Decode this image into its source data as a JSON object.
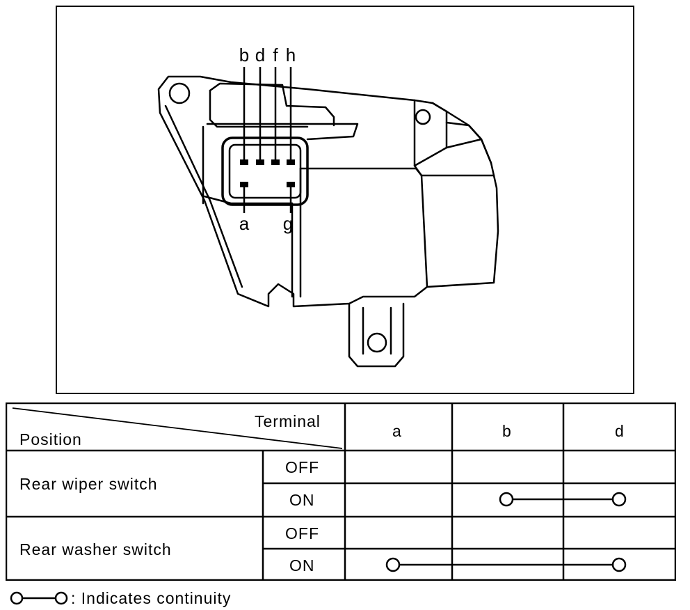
{
  "diagram": {
    "pin_labels": {
      "top": [
        "b",
        "d",
        "f",
        "h"
      ],
      "bottom": [
        "a",
        "g"
      ]
    }
  },
  "table": {
    "header_terminal": "Terminal",
    "header_position": "Position",
    "terminals": [
      "a",
      "b",
      "d"
    ],
    "groups": [
      {
        "name": "Rear wiper switch",
        "rows": [
          {
            "state": "OFF",
            "continuity": []
          },
          {
            "state": "ON",
            "continuity": [
              "b",
              "d"
            ]
          }
        ]
      },
      {
        "name": "Rear washer switch",
        "rows": [
          {
            "state": "OFF",
            "continuity": []
          },
          {
            "state": "ON",
            "continuity": [
              "a",
              "d"
            ]
          }
        ]
      }
    ]
  },
  "legend": {
    "text": ": Indicates continuity"
  }
}
